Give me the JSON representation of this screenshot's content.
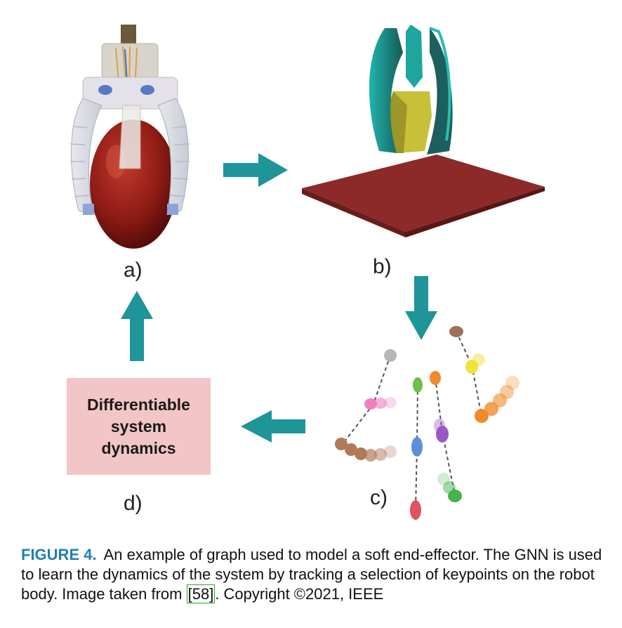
{
  "figure": {
    "panels": {
      "a": "a)",
      "b": "b)",
      "c": "c)",
      "d": "d)"
    },
    "box_text": "Differentiable system dynamics",
    "arrow_color": "#1f9499",
    "box_color": "#f2c6c6"
  },
  "caption": {
    "label": "FIGURE 4.",
    "text_before": "An example of graph used to model a soft end-effector. The GNN is used to learn the dynamics of the system by tracking a selection of keypoints on the robot body. Image taken from ",
    "citation": "[58]",
    "text_after": ". Copyright ©2021, IEEE",
    "label_color": "#1f7fb3"
  }
}
